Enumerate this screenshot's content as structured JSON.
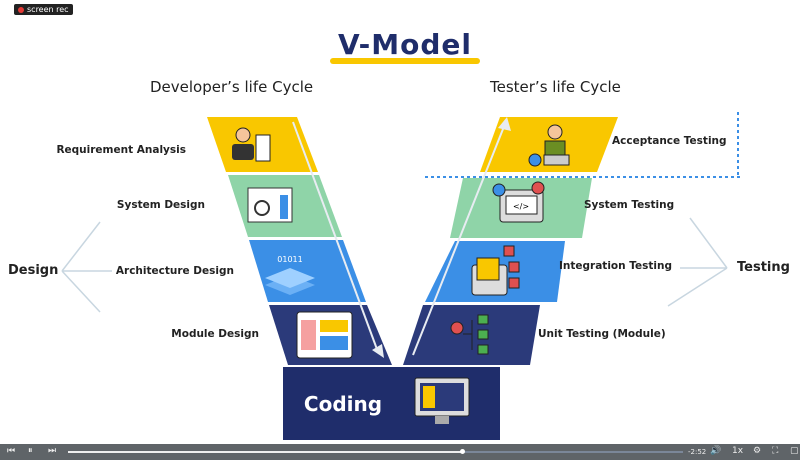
{
  "recorder": {
    "label": "screen rec"
  },
  "slide": {
    "title": "V-Model",
    "left_heading": "Developer’s life Cycle",
    "right_heading": "Tester’s life Cycle",
    "left_group": "Design",
    "right_group": "Testing",
    "left_phases": [
      "Requirement Analysis",
      "System Design",
      "Architecture Design",
      "Module Design"
    ],
    "right_phases": [
      "Acceptance Testing",
      "System Testing",
      "Integration Testing",
      "Unit Testing (Module)"
    ],
    "bottom": "Coding",
    "colors": {
      "yellow": "#f9c700",
      "green": "#8fd4a8",
      "blue": "#3b8fe6",
      "navy": "#2b3a7a",
      "coding": "#1f2d6b",
      "dotted": "#3b8fe6"
    }
  },
  "player": {
    "time_remaining": "-2:52",
    "speed": "1x",
    "progress_percent": 64,
    "icons": [
      "previous-icon",
      "pause-icon",
      "next-icon",
      "volume-icon",
      "settings-icon",
      "fullscreen-icon",
      "pip-icon"
    ]
  }
}
